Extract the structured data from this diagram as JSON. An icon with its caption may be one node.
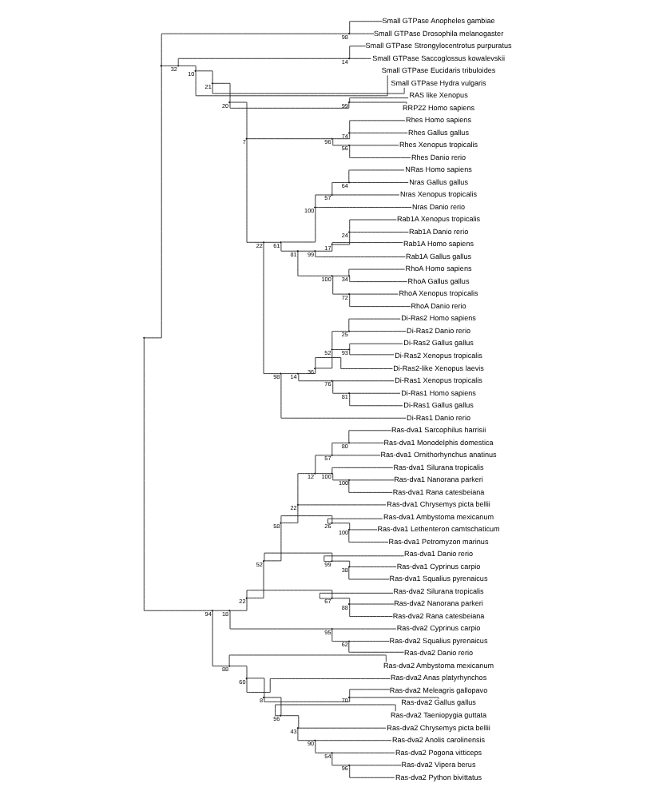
{
  "diagram": {
    "nodes": [
      {
        "text": [],
        "shape": "point"
      },
      {
        "text": [],
        "shape": "point"
      },
      {
        "text": [],
        "shape": "point",
        "beside": [
          "98"
        ]
      },
      {
        "text": [
          "Small GTPase Anopheles gambiae"
        ]
      },
      {
        "text": [
          "Small GTPase Drosophila melanogaster"
        ]
      },
      {
        "text": [],
        "shape": "point",
        "beside": [
          "32"
        ]
      },
      {
        "text": [],
        "shape": "point",
        "beside": [
          "14"
        ]
      },
      {
        "text": [
          "Small GTPase Strongylocentrotus purpuratus"
        ]
      },
      {
        "text": [
          "Small GTPase Saccoglossus kowalevskii"
        ]
      },
      {
        "text": [],
        "shape": "point",
        "beside": [
          "10"
        ]
      },
      {
        "text": [
          "Small GTPase Eucidaris tribuloides"
        ]
      },
      {
        "text": [],
        "shape": "point",
        "beside": [
          "21"
        ]
      },
      {
        "text": [
          "Small GTPase Hydra vulgaris"
        ]
      },
      {
        "text": [],
        "shape": "point",
        "beside": [
          "20"
        ]
      },
      {
        "text": [],
        "shape": "point",
        "beside": [
          "99"
        ]
      },
      {
        "text": [
          "RAS like Xenopus"
        ]
      },
      {
        "text": [
          "RRP22 Homo sapiens"
        ]
      },
      {
        "text": [],
        "shape": "point",
        "beside": [
          "7"
        ]
      },
      {
        "text": [],
        "shape": "point",
        "beside": [
          "96"
        ]
      },
      {
        "text": [],
        "shape": "point",
        "beside": [
          "74"
        ]
      },
      {
        "text": [
          "Rhes Homo sapiens"
        ]
      },
      {
        "text": [
          "Rhes Gallus gallus"
        ]
      },
      {
        "text": [],
        "shape": "point",
        "beside": [
          "56"
        ]
      },
      {
        "text": [
          "Rhes Xenopus tropicalis"
        ]
      },
      {
        "text": [
          "Rhes Danio rerio"
        ]
      },
      {
        "text": [],
        "shape": "point",
        "beside": [
          "22"
        ]
      },
      {
        "text": [],
        "shape": "point",
        "beside": [
          "61"
        ]
      },
      {
        "text": [],
        "shape": "point",
        "beside": [
          "100"
        ]
      },
      {
        "text": [],
        "shape": "point",
        "beside": [
          "57"
        ]
      },
      {
        "text": [],
        "shape": "point",
        "beside": [
          "64"
        ]
      },
      {
        "text": [
          "NRas Homo sapiens"
        ]
      },
      {
        "text": [
          "Nras Gallus gallus"
        ]
      },
      {
        "text": [
          "Nras Xenopus tropicalis"
        ]
      },
      {
        "text": [
          "Nras Danio rerio"
        ]
      },
      {
        "text": [],
        "shape": "point",
        "beside": [
          "81"
        ]
      },
      {
        "text": [],
        "shape": "point",
        "beside": [
          "99"
        ]
      },
      {
        "text": [],
        "shape": "point",
        "beside": [
          "17"
        ]
      },
      {
        "text": [],
        "shape": "point",
        "beside": [
          "24"
        ]
      },
      {
        "text": [
          "Rab1A Xenopus tropicalis"
        ]
      },
      {
        "text": [
          "Rab1A Danio rerio"
        ]
      },
      {
        "text": [
          "Rab1A Homo sapiens"
        ]
      },
      {
        "text": [
          "Rab1A Gallus gallus"
        ]
      },
      {
        "text": [],
        "shape": "point",
        "beside": [
          "100"
        ]
      },
      {
        "text": [],
        "shape": "point",
        "beside": [
          "34"
        ]
      },
      {
        "text": [
          "RhoA Homo sapiens"
        ]
      },
      {
        "text": [
          "RhoA Gallus gallus"
        ]
      },
      {
        "text": [],
        "shape": "point",
        "beside": [
          "72"
        ]
      },
      {
        "text": [
          "RhoA Xenopus tropicalis"
        ]
      },
      {
        "text": [
          "RhoA Danio rerio"
        ]
      },
      {
        "text": [],
        "shape": "point",
        "beside": [
          "98"
        ]
      },
      {
        "text": [],
        "shape": "point",
        "beside": [
          "14"
        ]
      },
      {
        "text": [],
        "shape": "point",
        "beside": [
          "36"
        ]
      },
      {
        "text": [],
        "shape": "point",
        "beside": [
          "52"
        ]
      },
      {
        "text": [],
        "shape": "point",
        "beside": [
          "25"
        ]
      },
      {
        "text": [
          "Di-Ras2 Homo sapiens"
        ]
      },
      {
        "text": [
          "Di-Ras2 Danio rerio"
        ]
      },
      {
        "text": [],
        "shape": "point",
        "beside": [
          "93"
        ]
      },
      {
        "text": [
          "Di-Ras2 Gallus gallus"
        ]
      },
      {
        "text": [
          "Di-Ras2 Xenopus tropicalis"
        ]
      },
      {
        "text": [
          "Di-Ras2-like Xenopus laevis"
        ]
      },
      {
        "text": [],
        "shape": "point",
        "beside": [
          "76"
        ]
      },
      {
        "text": [
          "Di-Ras1 Xenopus tropicalis"
        ]
      },
      {
        "text": [],
        "shape": "point",
        "beside": [
          "81"
        ]
      },
      {
        "text": [
          "Di-Ras1 Homo sapiens"
        ]
      },
      {
        "text": [
          "Di-Ras1 Gallus gallus"
        ]
      },
      {
        "text": [
          "Di-Ras1 Danio rerio"
        ]
      },
      {
        "text": [],
        "shape": "point",
        "beside": [
          "94"
        ]
      },
      {
        "text": [],
        "shape": "point",
        "beside": [
          "18"
        ]
      },
      {
        "text": [],
        "shape": "point",
        "beside": [
          "22"
        ]
      },
      {
        "text": [],
        "shape": "point",
        "beside": [
          "52"
        ]
      },
      {
        "text": [],
        "shape": "point",
        "beside": [
          "58"
        ]
      },
      {
        "text": [],
        "shape": "point",
        "beside": [
          "22"
        ]
      },
      {
        "text": [],
        "shape": "point",
        "beside": [
          "12"
        ]
      },
      {
        "text": [],
        "shape": "point",
        "beside": [
          "57"
        ]
      },
      {
        "text": [],
        "shape": "point",
        "beside": [
          "80"
        ]
      },
      {
        "text": [
          "Ras-dva1 Sarcophilus harrisii"
        ]
      },
      {
        "text": [
          "Ras-dva1 Monodelphis domestica"
        ]
      },
      {
        "text": [
          "Ras-dva1 Ornithorhynchus anatinus"
        ]
      },
      {
        "text": [],
        "shape": "point",
        "beside": [
          "100"
        ]
      },
      {
        "text": [
          "Ras-dva1 Silurana tropicalis"
        ]
      },
      {
        "text": [],
        "shape": "point",
        "beside": [
          "100"
        ]
      },
      {
        "text": [
          "Ras-dva1 Nanorana parkeri"
        ]
      },
      {
        "text": [
          "Ras-dva1 Rana catesbeiana"
        ]
      },
      {
        "text": [
          "Ras-dva1 Chrysemys picta bellii"
        ]
      },
      {
        "text": [],
        "shape": "point",
        "beside": [
          "26"
        ]
      },
      {
        "text": [
          "Ras-dva1 Ambystoma mexicanum"
        ]
      },
      {
        "text": [],
        "shape": "point",
        "beside": [
          "100"
        ]
      },
      {
        "text": [
          "Ras-dva1 Lethenteron camtschaticum"
        ]
      },
      {
        "text": [
          "Ras-dva1 Petromyzon marinus"
        ]
      },
      {
        "text": [],
        "shape": "point",
        "beside": [
          "99"
        ]
      },
      {
        "text": [
          "Ras-dva1 Danio rerio"
        ]
      },
      {
        "text": [],
        "shape": "point",
        "beside": [
          "38"
        ]
      },
      {
        "text": [
          "Ras-dva1 Cyprinus carpio"
        ]
      },
      {
        "text": [
          "Ras-dva1 Squalius pyrenaicus"
        ]
      },
      {
        "text": [],
        "shape": "point",
        "beside": [
          "67"
        ]
      },
      {
        "text": [
          "Ras-dva2 Silurana tropicalis"
        ]
      },
      {
        "text": [],
        "shape": "point",
        "beside": [
          "88"
        ]
      },
      {
        "text": [
          "Ras-dva2 Nanorana parkeri"
        ]
      },
      {
        "text": [
          "Ras-dva2 Rana catesbeiana"
        ]
      },
      {
        "text": [],
        "shape": "point",
        "beside": [
          "95"
        ]
      },
      {
        "text": [
          "Ras-dva2 Cyprinus carpio"
        ]
      },
      {
        "text": [],
        "shape": "point",
        "beside": [
          "62"
        ]
      },
      {
        "text": [
          "Ras-dva2 Squalius pyrenaicus"
        ]
      },
      {
        "text": [
          "Ras-dva2 Danio rerio"
        ]
      },
      {
        "text": [],
        "shape": "point",
        "beside": [
          "88"
        ]
      },
      {
        "text": [
          "Ras-dva2 Ambystoma mexicanum"
        ]
      },
      {
        "text": [],
        "shape": "point",
        "beside": [
          "60"
        ]
      },
      {
        "text": [
          "Ras-dva2 Anas platyrhynchos"
        ]
      },
      {
        "text": [],
        "shape": "point",
        "beside": [
          "8"
        ]
      },
      {
        "text": [],
        "shape": "point",
        "beside": [
          "70"
        ]
      },
      {
        "text": [
          "Ras-dva2 Meleagris gallopavo"
        ]
      },
      {
        "text": [
          "Ras-dva2 Gallus gallus"
        ]
      },
      {
        "text": [],
        "shape": "point",
        "beside": [
          "56"
        ]
      },
      {
        "text": [
          "Ras-dva2 Taeniopygia guttata"
        ]
      },
      {
        "text": [],
        "shape": "point",
        "beside": [
          "43"
        ]
      },
      {
        "text": [
          "Ras-dva2 Chrysemys picta bellii"
        ]
      },
      {
        "text": [],
        "shape": "point",
        "beside": [
          "90"
        ]
      },
      {
        "text": [
          "Ras-dva2 Anolis carolinensis"
        ]
      },
      {
        "text": [],
        "shape": "point",
        "beside": [
          "54"
        ]
      },
      {
        "text": [
          "Ras-dva2 Pogona vitticeps"
        ]
      },
      {
        "text": [],
        "shape": "point",
        "beside": [
          "96"
        ]
      },
      {
        "text": [
          "Ras-dva2 Vipera berus"
        ]
      },
      {
        "text": [
          "Ras-dva2 Python bivittatus"
        ]
      }
    ],
    "edges": [
      {
        "from": 0,
        "to": 1,
        "arrow": "none"
      },
      {
        "from": 0,
        "to": 66,
        "arrow": "none"
      },
      {
        "from": 1,
        "to": 2,
        "arrow": "none"
      },
      {
        "from": 1,
        "to": 5,
        "arrow": "none"
      },
      {
        "from": 2,
        "to": 3,
        "arrow": "none"
      },
      {
        "from": 2,
        "to": 4,
        "arrow": "none"
      },
      {
        "from": 5,
        "to": 6,
        "arrow": "none"
      },
      {
        "from": 5,
        "to": 9,
        "arrow": "none"
      },
      {
        "from": 6,
        "to": 7,
        "arrow": "none"
      },
      {
        "from": 6,
        "to": 8,
        "arrow": "none"
      },
      {
        "from": 9,
        "to": 10,
        "arrow": "none"
      },
      {
        "from": 9,
        "to": 11,
        "arrow": "none"
      },
      {
        "from": 11,
        "to": 12,
        "arrow": "none"
      },
      {
        "from": 11,
        "to": 13,
        "arrow": "none"
      },
      {
        "from": 13,
        "to": 14,
        "arrow": "none"
      },
      {
        "from": 13,
        "to": 17,
        "arrow": "none"
      },
      {
        "from": 14,
        "to": 15,
        "arrow": "none"
      },
      {
        "from": 14,
        "to": 16,
        "arrow": "none"
      },
      {
        "from": 17,
        "to": 18,
        "arrow": "none"
      },
      {
        "from": 17,
        "to": 25,
        "arrow": "none"
      },
      {
        "from": 18,
        "to": 19,
        "arrow": "none"
      },
      {
        "from": 18,
        "to": 22,
        "arrow": "none"
      },
      {
        "from": 19,
        "to": 20,
        "arrow": "none"
      },
      {
        "from": 19,
        "to": 21,
        "arrow": "none"
      },
      {
        "from": 22,
        "to": 23,
        "arrow": "none"
      },
      {
        "from": 22,
        "to": 24,
        "arrow": "none"
      },
      {
        "from": 25,
        "to": 26,
        "arrow": "none"
      },
      {
        "from": 25,
        "to": 49,
        "arrow": "none"
      },
      {
        "from": 26,
        "to": 27,
        "arrow": "none"
      },
      {
        "from": 26,
        "to": 34,
        "arrow": "none"
      },
      {
        "from": 27,
        "to": 28,
        "arrow": "none"
      },
      {
        "from": 27,
        "to": 33,
        "arrow": "none"
      },
      {
        "from": 28,
        "to": 29,
        "arrow": "none"
      },
      {
        "from": 28,
        "to": 32,
        "arrow": "none"
      },
      {
        "from": 29,
        "to": 30,
        "arrow": "none"
      },
      {
        "from": 29,
        "to": 31,
        "arrow": "none"
      },
      {
        "from": 34,
        "to": 35,
        "arrow": "none"
      },
      {
        "from": 34,
        "to": 42,
        "arrow": "none"
      },
      {
        "from": 35,
        "to": 36,
        "arrow": "none"
      },
      {
        "from": 35,
        "to": 41,
        "arrow": "none"
      },
      {
        "from": 36,
        "to": 37,
        "arrow": "none"
      },
      {
        "from": 36,
        "to": 40,
        "arrow": "none"
      },
      {
        "from": 37,
        "to": 38,
        "arrow": "none"
      },
      {
        "from": 37,
        "to": 39,
        "arrow": "none"
      },
      {
        "from": 42,
        "to": 43,
        "arrow": "none"
      },
      {
        "from": 42,
        "to": 46,
        "arrow": "none"
      },
      {
        "from": 43,
        "to": 44,
        "arrow": "none"
      },
      {
        "from": 43,
        "to": 45,
        "arrow": "none"
      },
      {
        "from": 46,
        "to": 47,
        "arrow": "none"
      },
      {
        "from": 46,
        "to": 48,
        "arrow": "none"
      },
      {
        "from": 49,
        "to": 50,
        "arrow": "none"
      },
      {
        "from": 49,
        "to": 65,
        "arrow": "none"
      },
      {
        "from": 50,
        "to": 51,
        "arrow": "none"
      },
      {
        "from": 50,
        "to": 60,
        "arrow": "none"
      },
      {
        "from": 51,
        "to": 52,
        "arrow": "none"
      },
      {
        "from": 51,
        "to": 59,
        "arrow": "none"
      },
      {
        "from": 52,
        "to": 53,
        "arrow": "none"
      },
      {
        "from": 52,
        "to": 56,
        "arrow": "none"
      },
      {
        "from": 53,
        "to": 54,
        "arrow": "none"
      },
      {
        "from": 53,
        "to": 55,
        "arrow": "none"
      },
      {
        "from": 56,
        "to": 57,
        "arrow": "none"
      },
      {
        "from": 56,
        "to": 58,
        "arrow": "none"
      },
      {
        "from": 60,
        "to": 61,
        "arrow": "none"
      },
      {
        "from": 60,
        "to": 62,
        "arrow": "none"
      },
      {
        "from": 62,
        "to": 63,
        "arrow": "none"
      },
      {
        "from": 62,
        "to": 64,
        "arrow": "none"
      },
      {
        "from": 66,
        "to": 67,
        "arrow": "none"
      },
      {
        "from": 66,
        "to": 104,
        "arrow": "none"
      },
      {
        "from": 67,
        "to": 68,
        "arrow": "none"
      },
      {
        "from": 67,
        "to": 99,
        "arrow": "none"
      },
      {
        "from": 68,
        "to": 69,
        "arrow": "none"
      },
      {
        "from": 68,
        "to": 94,
        "arrow": "none"
      },
      {
        "from": 69,
        "to": 70,
        "arrow": "none"
      },
      {
        "from": 69,
        "to": 89,
        "arrow": "none"
      },
      {
        "from": 70,
        "to": 71,
        "arrow": "none"
      },
      {
        "from": 70,
        "to": 84,
        "arrow": "none"
      },
      {
        "from": 71,
        "to": 72,
        "arrow": "none"
      },
      {
        "from": 71,
        "to": 83,
        "arrow": "none"
      },
      {
        "from": 72,
        "to": 73,
        "arrow": "none"
      },
      {
        "from": 72,
        "to": 78,
        "arrow": "none"
      },
      {
        "from": 73,
        "to": 74,
        "arrow": "none"
      },
      {
        "from": 73,
        "to": 77,
        "arrow": "none"
      },
      {
        "from": 74,
        "to": 75,
        "arrow": "none"
      },
      {
        "from": 74,
        "to": 76,
        "arrow": "none"
      },
      {
        "from": 78,
        "to": 79,
        "arrow": "none"
      },
      {
        "from": 78,
        "to": 80,
        "arrow": "none"
      },
      {
        "from": 80,
        "to": 81,
        "arrow": "none"
      },
      {
        "from": 80,
        "to": 82,
        "arrow": "none"
      },
      {
        "from": 84,
        "to": 85,
        "arrow": "none"
      },
      {
        "from": 84,
        "to": 86,
        "arrow": "none"
      },
      {
        "from": 86,
        "to": 87,
        "arrow": "none"
      },
      {
        "from": 86,
        "to": 88,
        "arrow": "none"
      },
      {
        "from": 89,
        "to": 90,
        "arrow": "none"
      },
      {
        "from": 89,
        "to": 91,
        "arrow": "none"
      },
      {
        "from": 91,
        "to": 92,
        "arrow": "none"
      },
      {
        "from": 91,
        "to": 93,
        "arrow": "none"
      },
      {
        "from": 94,
        "to": 95,
        "arrow": "none"
      },
      {
        "from": 94,
        "to": 96,
        "arrow": "none"
      },
      {
        "from": 96,
        "to": 97,
        "arrow": "none"
      },
      {
        "from": 96,
        "to": 98,
        "arrow": "none"
      },
      {
        "from": 99,
        "to": 100,
        "arrow": "none"
      },
      {
        "from": 99,
        "to": 101,
        "arrow": "none"
      },
      {
        "from": 101,
        "to": 102,
        "arrow": "none"
      },
      {
        "from": 101,
        "to": 103,
        "arrow": "none"
      },
      {
        "from": 104,
        "to": 105,
        "arrow": "none"
      },
      {
        "from": 104,
        "to": 106,
        "arrow": "none"
      },
      {
        "from": 106,
        "to": 107,
        "arrow": "none"
      },
      {
        "from": 106,
        "to": 108,
        "arrow": "none"
      },
      {
        "from": 108,
        "to": 109,
        "arrow": "none"
      },
      {
        "from": 108,
        "to": 112,
        "arrow": "none"
      },
      {
        "from": 109,
        "to": 110,
        "arrow": "none"
      },
      {
        "from": 109,
        "to": 111,
        "arrow": "none"
      },
      {
        "from": 112,
        "to": 113,
        "arrow": "none"
      },
      {
        "from": 112,
        "to": 114,
        "arrow": "none"
      },
      {
        "from": 114,
        "to": 115,
        "arrow": "none"
      },
      {
        "from": 114,
        "to": 116,
        "arrow": "none"
      },
      {
        "from": 116,
        "to": 117,
        "arrow": "none"
      },
      {
        "from": 116,
        "to": 118,
        "arrow": "none"
      },
      {
        "from": 118,
        "to": 119,
        "arrow": "none"
      },
      {
        "from": 118,
        "to": 120,
        "arrow": "none"
      },
      {
        "from": 120,
        "to": 121,
        "arrow": "none"
      },
      {
        "from": 120,
        "to": 122,
        "arrow": "none"
      }
    ]
  }
}
